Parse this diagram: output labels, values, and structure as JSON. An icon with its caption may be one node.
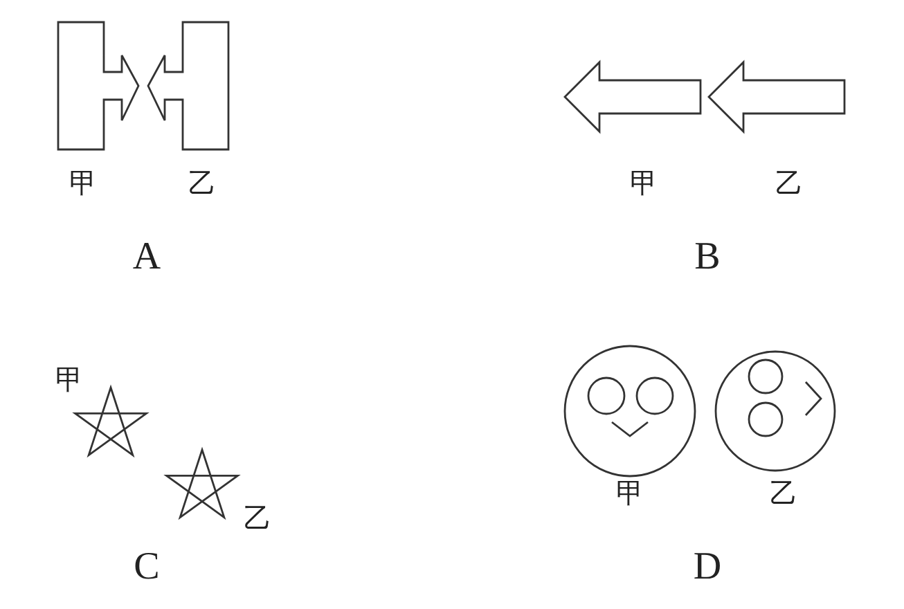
{
  "diagram": {
    "labels": [
      "甲",
      "乙",
      "A",
      "甲",
      "乙",
      "B",
      "甲",
      "乙",
      "C",
      "甲",
      "乙",
      "D"
    ]
  }
}
